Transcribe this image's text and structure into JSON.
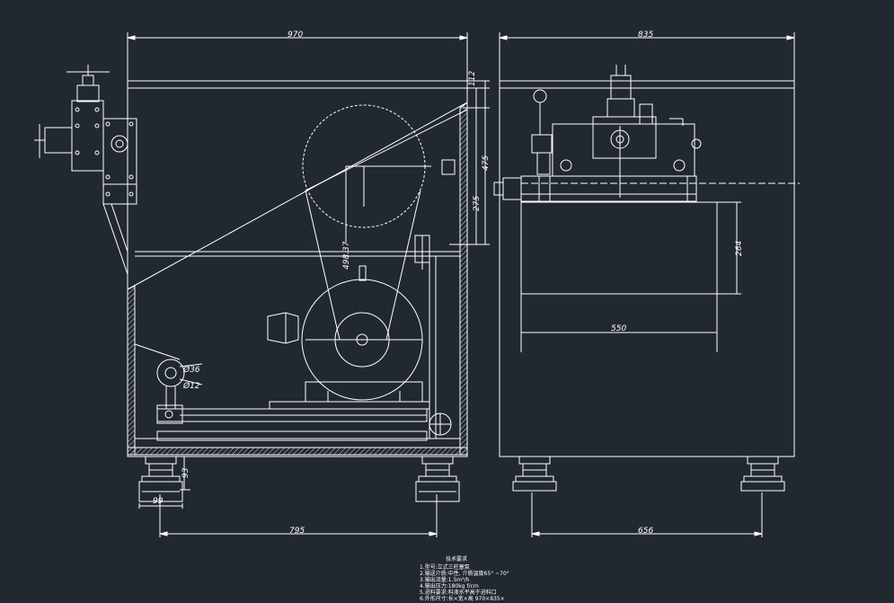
{
  "colors": {
    "background": "#212830",
    "line": "#ffffff",
    "hatch": "#d8d8d8"
  },
  "dimensions": {
    "front_width": "970",
    "side_width": "835",
    "top_offset": "112",
    "height_475": "475",
    "height_275": "275",
    "belt_center": "498.37",
    "dia_36": "Ø36",
    "dia_12": "Ø12",
    "foot_height": "93",
    "foot_width": "99",
    "foot_span_front": "795",
    "foot_span_side": "656",
    "tank_height": "264",
    "tank_width": "550"
  },
  "notes": {
    "title": "技术要求",
    "lines": [
      "1.型号:立式三柱塞泵",
      "2.输送介质:中性, 介质温度65° ~70°",
      "3.输出流量:1.5m³/h",
      "4.输出压力:180kg f/cm",
      "5.进料要求:料液水平高于进料口",
      "6.外形尺寸:长×宽×高 970×835×"
    ]
  }
}
